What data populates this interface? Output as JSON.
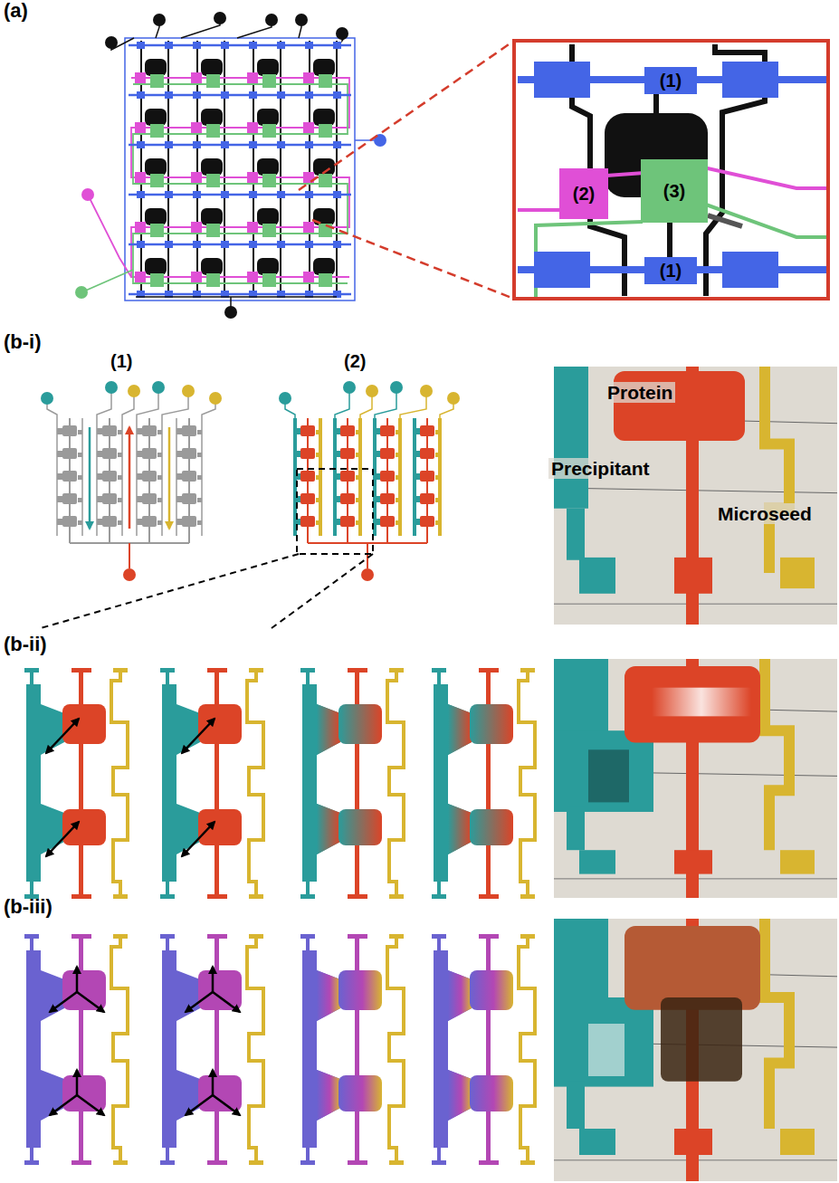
{
  "diagram": {
    "nodes": [
      {
        "text": [
          "(1)"
        ]
      },
      {
        "text": [
          "(2)"
        ]
      },
      {
        "text": [
          "(3)"
        ]
      },
      {
        "text": [
          "(1)"
        ]
      }
    ],
    "labels": [
      "(a)",
      "(b-i)",
      "(1)",
      "(2)",
      "Protein",
      "Precipitant",
      "Microseed",
      "(b-ii)",
      "(b-iii)"
    ]
  }
}
